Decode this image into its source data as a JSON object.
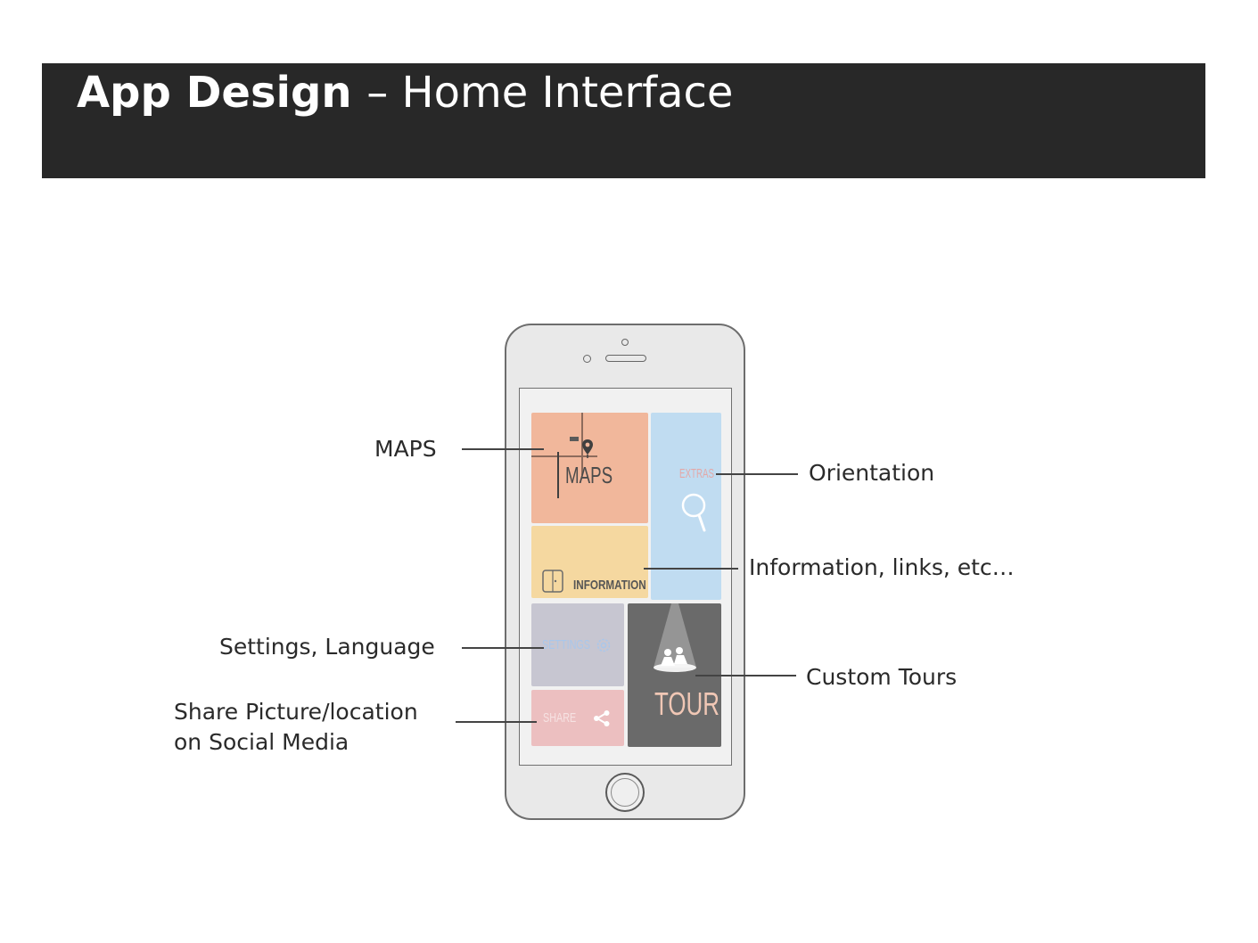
{
  "slide": {
    "title_bold": "App Design",
    "title_light": "– Home Interface"
  },
  "phone": {
    "tiles": {
      "maps": "MAPS",
      "extras": "EXTRAS",
      "information": "INFORMATION",
      "settings": "SETTINGS",
      "share": "SHARE",
      "tour": "TOUR"
    }
  },
  "annotations": {
    "maps": "MAPS",
    "orientation": "Orientation",
    "information": "Information, links, etc…",
    "settings": "Settings, Language",
    "custom_tours": "Custom Tours",
    "share_line1": "Share Picture/location",
    "share_line2": "on Social Media"
  },
  "colors": {
    "header_bg": "#282828",
    "maps_tile": "#f1b79b",
    "extras_tile": "#c0dcf1",
    "information_tile": "#f5d8a0",
    "settings_tile": "#c7c6d1",
    "share_tile": "#ecbfc0",
    "tour_tile": "#6a6a6a"
  }
}
